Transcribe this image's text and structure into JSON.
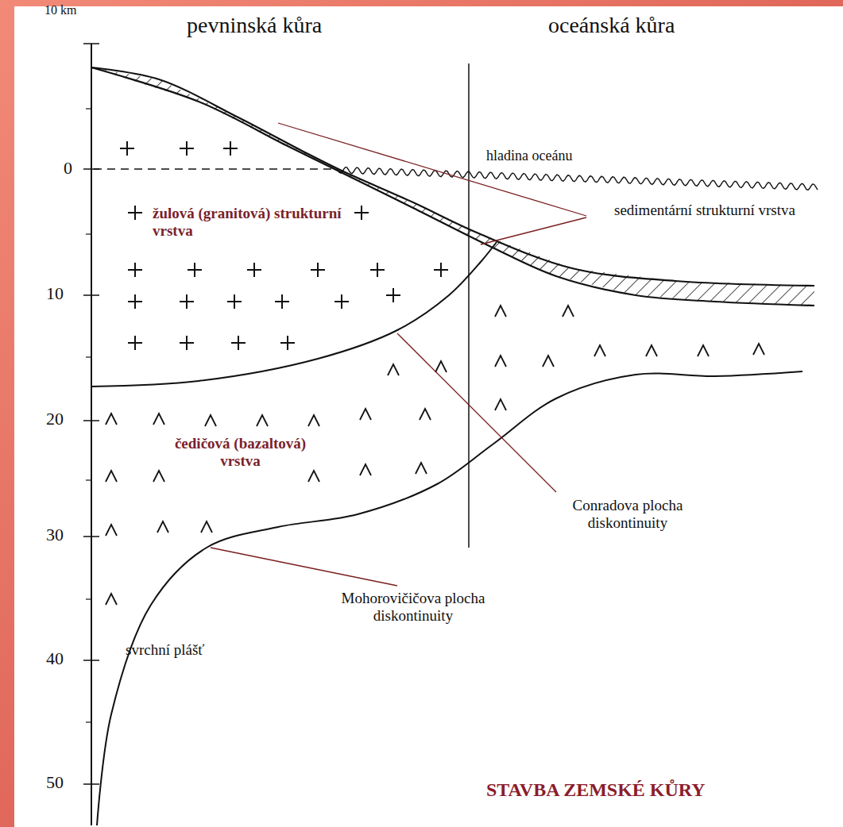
{
  "diagram": {
    "title": "STAVBA ZEMSKÉ KŮRY",
    "labels": [
      "10 km",
      "0",
      "10",
      "20",
      "30",
      "40",
      "50",
      "pevninská kůra",
      "oceánská kůra",
      "hladina oceánu",
      "sedimentární strukturní vrstva",
      "žulová (granitová) strukturní vrstva",
      "čedičová (bazaltová) vrstva",
      "Conradova plocha diskontinuity",
      "Mohorovičičova plocha diskontinuity",
      "svrchní plášť"
    ]
  }
}
